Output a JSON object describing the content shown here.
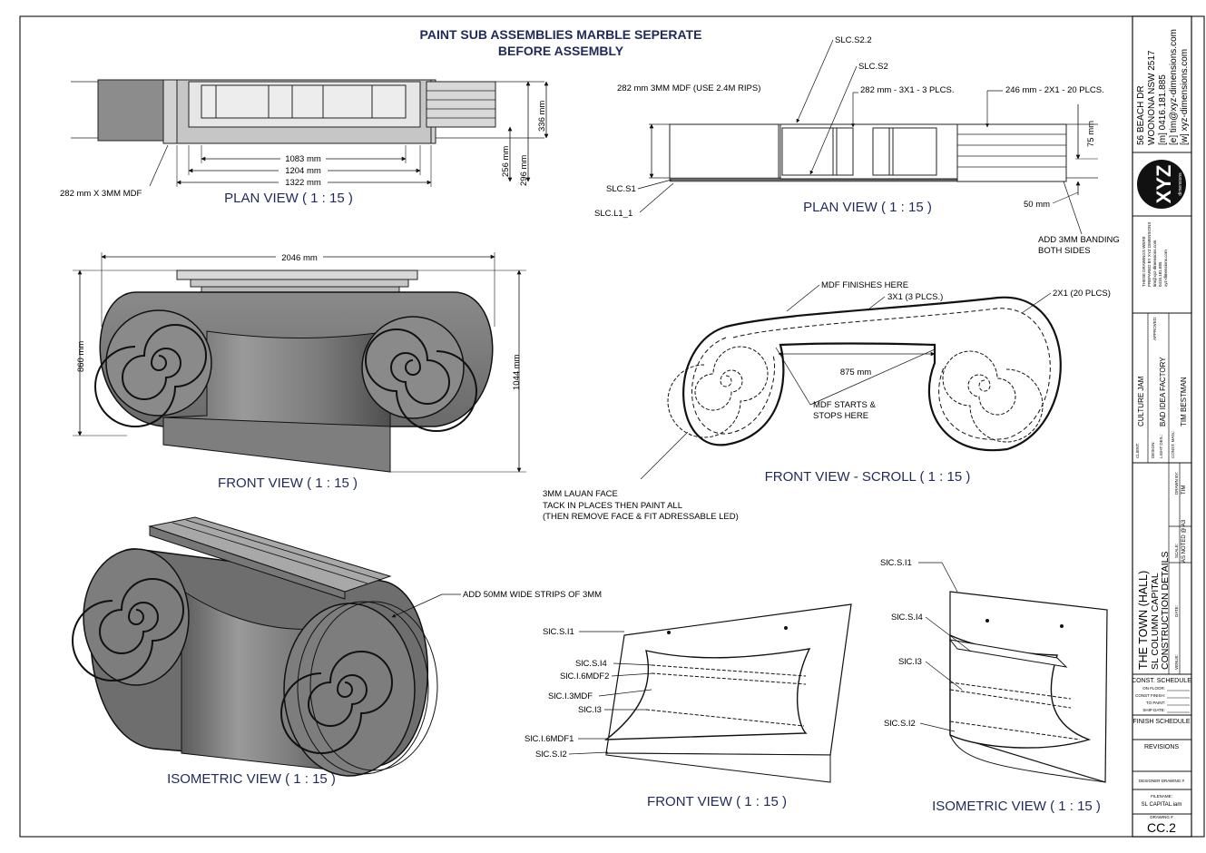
{
  "header": {
    "line1": "PAINT SUB ASSEMBLIES MARBLE SEPERATE",
    "line2": "BEFORE ASSEMBLY"
  },
  "views": {
    "plan_left": "PLAN VIEW ( 1 : 15 )",
    "plan_right": "PLAN VIEW ( 1 : 15 )",
    "front_left": "FRONT VIEW ( 1 : 15 )",
    "front_scroll": "FRONT VIEW - SCROLL ( 1 : 15 )",
    "iso_left": "ISOMETRIC VIEW ( 1 : 15 )",
    "front_bottom": "FRONT VIEW ( 1 : 15 )",
    "iso_right": "ISOMETRIC VIEW ( 1 : 15 )"
  },
  "dims": {
    "d1083": "1083 mm",
    "d1204": "1204 mm",
    "d1322": "1322 mm",
    "d256": "256 mm",
    "d296": "296 mm",
    "d336": "336 mm",
    "mdf_282x3": "282 mm X 3MM MDF",
    "d2046": "2046 mm",
    "d860": "860 mm",
    "d1044": "1044 mm",
    "d875": "875 mm",
    "d75": "75 mm",
    "d50": "50 mm"
  },
  "notes": {
    "slc_s22": "SLC.S2.2",
    "slc_s2": "SLC.S2",
    "mdf_rips": "282 mm 3MM MDF (USE 2.4M RIPS)",
    "plcs3": "282 mm - 3X1 - 3 PLCS.",
    "plcs20": "246 mm - 2X1 - 20 PLCS.",
    "slc_s1": "SLC.S1",
    "slc_l1": "SLC.L1_1",
    "banding1": "ADD 3MM BANDING",
    "banding2": "BOTH SIDES",
    "mdf_finishes": "MDF FINISHES HERE",
    "x31": "3X1 (3 PLCS.)",
    "x21": "2X1 (20 PLCS)",
    "mdf_starts1": "MDF STARTS &",
    "mdf_starts2": "STOPS HERE",
    "lauan1": "3MM LAUAN FACE",
    "lauan2": "TACK IN PLACES THEN PAINT ALL",
    "lauan3": "(THEN REMOVE FACE & FIT ADRESSABLE LED)",
    "strips": "ADD 50MM WIDE STRIPS OF 3MM"
  },
  "labels_front": [
    "SlC.S.I1",
    "SlC.S.I4",
    "SlC.I.6MDF2",
    "SlC.I.3MDF",
    "SlC.I3",
    "SlC.I.6MDF1",
    "SlC.S.I2"
  ],
  "labels_iso": [
    "SlC.S.I1",
    "SlC.S.I4",
    "SlC.I3",
    "SlC.S.I2"
  ],
  "title_block": {
    "address": [
      "56 BEACH DR",
      "WOONONA NSW 2517",
      "[m] 0416.181.885",
      "[e] tim@xyz-dimensions.com",
      "[w] xyz-dimensions.com"
    ],
    "logo": "XYZ",
    "logo_sub": "dimensions",
    "copyright": [
      "THESE DRAWINGS WERE",
      "PREPARED BY XYZ DIMENSIONS",
      "tim@xyz-dimensions.com",
      "0416.181.885",
      "xyz-dimensions.com"
    ],
    "client_label": "CLIENT:",
    "client": "CULTURE JAM",
    "design_label": "DESIGN:",
    "design": "",
    "light_label": "LIGHT DES.:",
    "light": "BAD IDEA FACTORY",
    "const_label": "CONST. MAN.:",
    "const": "TIM BESTMAN",
    "approved_label": "APPROVED:",
    "drawn_label": "DRAWN BY:",
    "drawn": "TIM",
    "scale_label": "SCALE:",
    "scale": "AS NOTED @ A3",
    "date_label": "DATE:",
    "venue_label": "VENUE:",
    "title1": "THE TOWN (HALL)",
    "title2": "SL COLUMN CAPITAL",
    "title3": "CONSTRUCTION DETAILS",
    "const_sched": "CONST. SCHEDULE",
    "on_floor": "ON FLOOR:",
    "const_finish": "CONST FINISH:",
    "to_paint": "TO PAINT:",
    "ship_date": "SHIP DATE:",
    "finish_sched": "FINISH SCHEDULE",
    "revisions": "REVISIONS",
    "designer": "DESIGNER DRAWING #",
    "filename_label": "FILENAME:",
    "filename": "SL CAPITAL.iam",
    "drawing_label": "DRAWING #",
    "drawing": "CC.2"
  }
}
